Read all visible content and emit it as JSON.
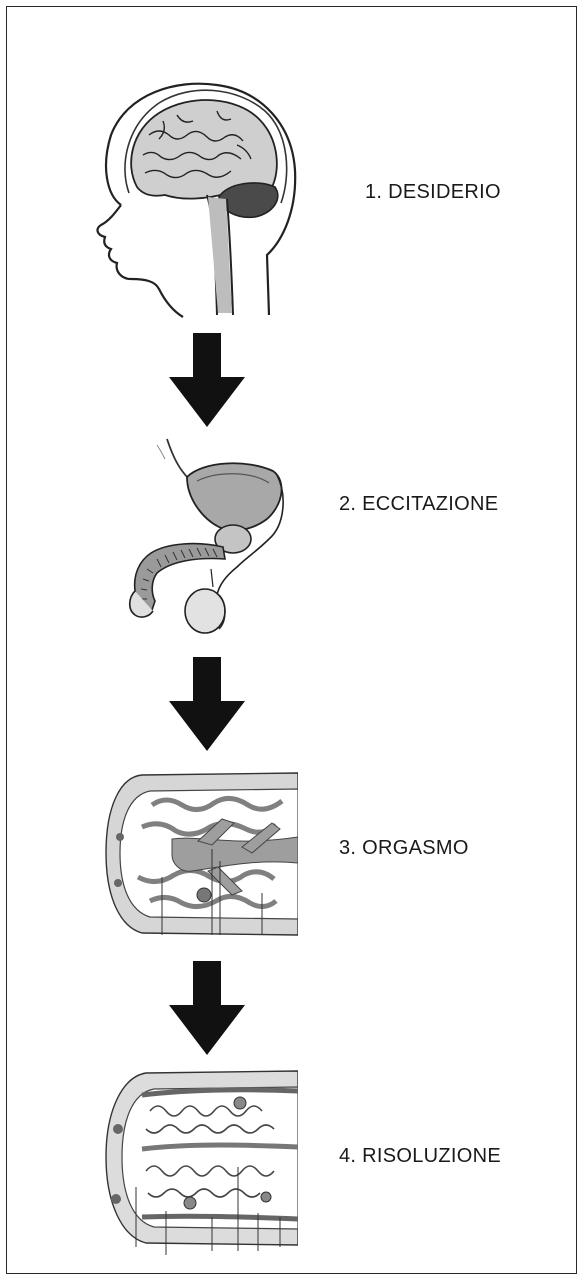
{
  "stages": [
    {
      "label": "1. DESIDERIO",
      "image": "brain-head-icon"
    },
    {
      "label": "2. ECCITAZIONE",
      "image": "male-pelvic-anatomy-icon"
    },
    {
      "label": "3. ORGASMO",
      "image": "tissue-cross-section-icon"
    },
    {
      "label": "4. RISOLUZIONE",
      "image": "tissue-cross-section-relaxed-icon"
    }
  ],
  "colors": {
    "arrow": "#111111",
    "line": "#222222",
    "shade": "#8a8a8a",
    "dark": "#4a4a4a"
  }
}
